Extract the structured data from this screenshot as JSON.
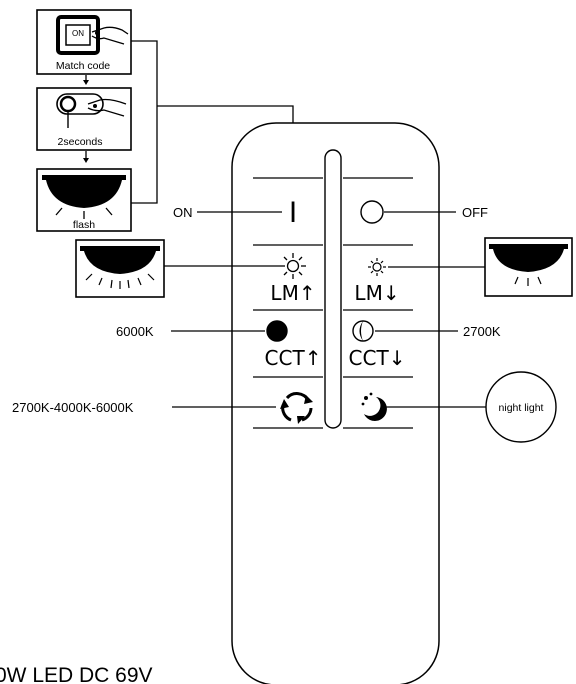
{
  "steps": {
    "match_code": "Match code",
    "switch_on": "ON",
    "two_seconds": "2seconds",
    "flash": "flash"
  },
  "remote": {
    "on_symbol": "I",
    "lm_up": "LM↑",
    "lm_down": "LM↓",
    "cct_up": "CCT↑",
    "cct_down": "CCT↓"
  },
  "callouts": {
    "on": "ON",
    "off": "OFF",
    "k6000": "6000K",
    "k2700": "2700K",
    "cycle": "2700K-4000K-6000K",
    "night_light": "night light"
  },
  "footer": {
    "spec": "0W LED DC 69V"
  }
}
